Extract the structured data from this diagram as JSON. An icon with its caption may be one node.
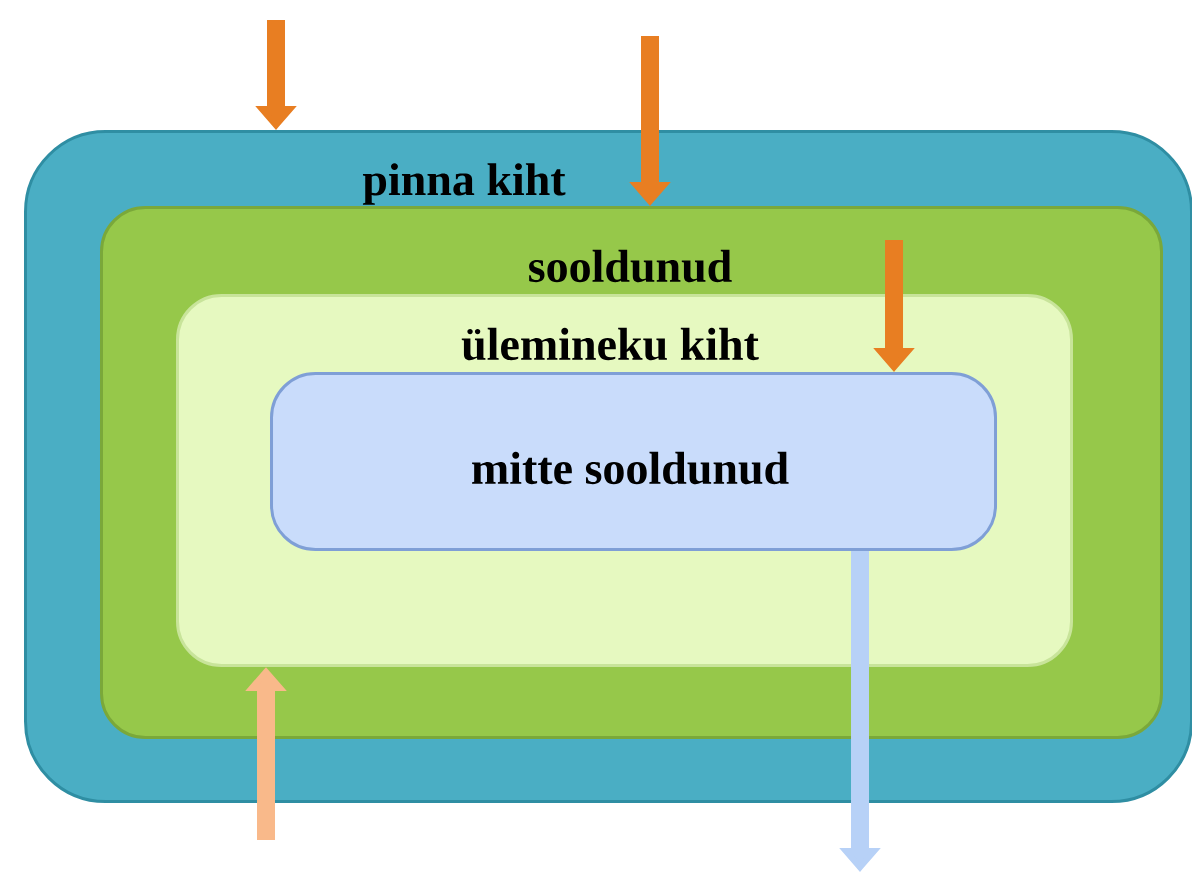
{
  "diagram": {
    "nodes": [
      {
        "text": [
          "pinna kiht"
        ]
      },
      {
        "text": [
          "sooldunud"
        ],
        "in": 0
      },
      {
        "text": [
          "ülemineku kiht"
        ],
        "in": 1
      },
      {
        "text": [
          "mitte sooldunud"
        ],
        "in": 2
      }
    ],
    "edges": [
      {
        "from": null,
        "to": 0,
        "arrow": "to"
      },
      {
        "from": null,
        "to": 1,
        "arrow": "to"
      },
      {
        "from": null,
        "to": 3,
        "arrow": "to"
      },
      {
        "from": null,
        "to": 2,
        "arrow": "to",
        "color": "#f9b98a"
      },
      {
        "from": 3,
        "to": null,
        "arrow": "to",
        "color": "#b7d1f7"
      }
    ]
  }
}
